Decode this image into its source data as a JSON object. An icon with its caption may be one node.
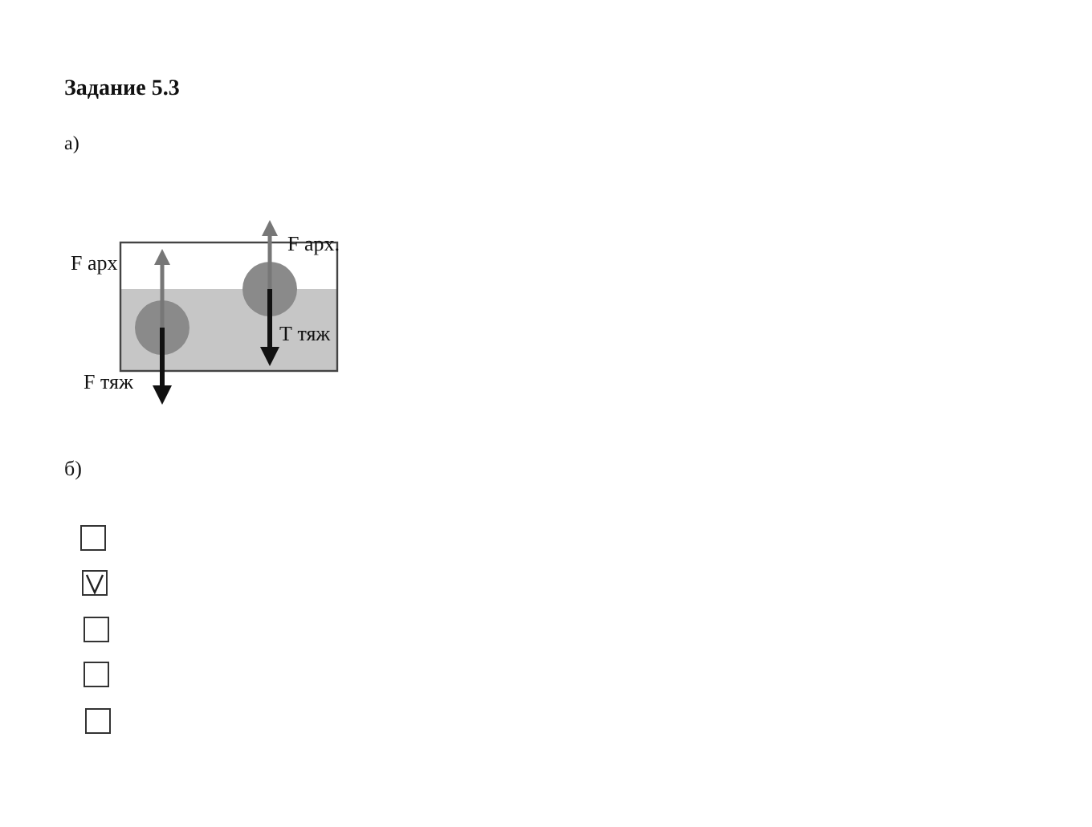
{
  "diagram": {
    "title": "Задание 5.3",
    "nodes": [
      {
        "text": [],
        "shape": "box"
      },
      {
        "text": [],
        "shape": "box"
      },
      {
        "text": [],
        "shape": "box"
      },
      {
        "text": [],
        "shape": "box"
      },
      {
        "text": [],
        "shape": "box"
      }
    ],
    "edges": [],
    "labels": [
      "а)",
      "F арх",
      "F арх.",
      "Т тяж",
      "F тяж",
      "б)"
    ]
  }
}
